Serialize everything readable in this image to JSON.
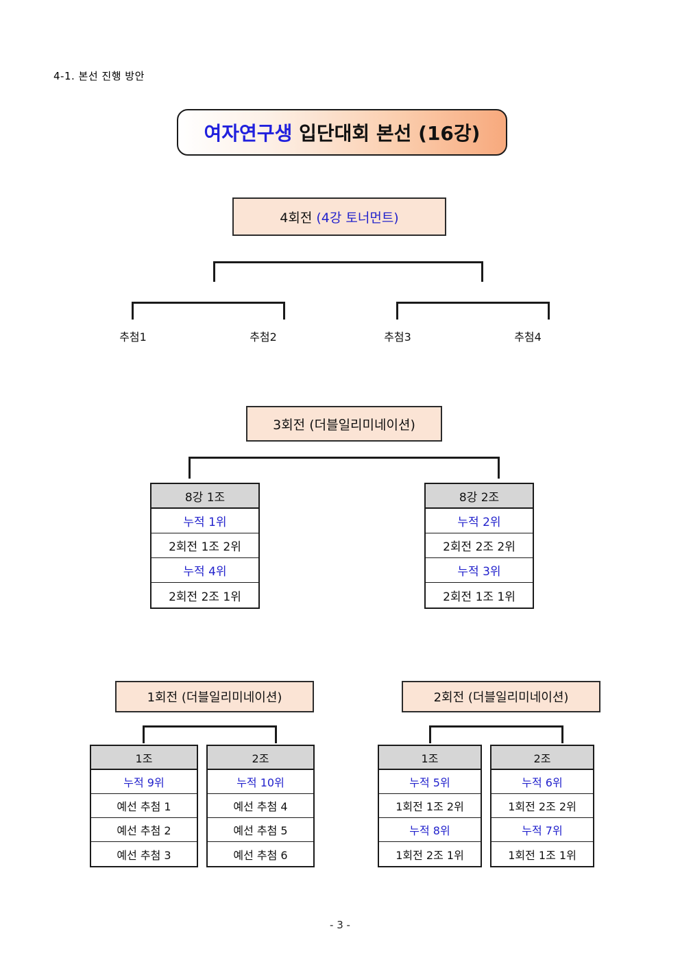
{
  "document": {
    "section_heading": "4-1. 본선 진행 방안",
    "page_footer": "- 3 -"
  },
  "title_banner": {
    "highlight_text": "여자연구생",
    "rest_text": " 입단대회 본선 (16강)",
    "highlight_color": "#2020dd",
    "rest_color": "#111111",
    "gradient_from": "#ffffff",
    "gradient_to": "#f7a97d"
  },
  "rounds": {
    "round4": {
      "label_main": "4회전 ",
      "label_accent": "(4강 토너먼트)",
      "accent_color": "#2222cc",
      "box_color": "#fbe4d5"
    },
    "round3": {
      "label_main": "3회전 (더블일리미네이션)",
      "box_color": "#fbe4d5"
    },
    "round1": {
      "label_main": "1회전 (더블일리미네이션)",
      "box_color": "#fbe4d5"
    },
    "round2": {
      "label_main": "2회전 (더블일리미네이션)",
      "box_color": "#fbe4d5"
    }
  },
  "seeds": [
    {
      "label": "추첨1"
    },
    {
      "label": "추첨2"
    },
    {
      "label": "추첨3"
    },
    {
      "label": "추첨4"
    }
  ],
  "tables": {
    "quarterfinal_group1": {
      "header": "8강 1조",
      "rows": [
        {
          "text": "누적 1위",
          "accent": true
        },
        {
          "text": "2회전 1조 2위",
          "accent": false
        },
        {
          "text": "누적 4위",
          "accent": true
        },
        {
          "text": "2회전 2조 1위",
          "accent": false
        }
      ]
    },
    "quarterfinal_group2": {
      "header": "8강 2조",
      "rows": [
        {
          "text": "누적 2위",
          "accent": true
        },
        {
          "text": "2회전 2조 2위",
          "accent": false
        },
        {
          "text": "누적 3위",
          "accent": true
        },
        {
          "text": "2회전 1조 1위",
          "accent": false
        }
      ]
    },
    "round1_group1": {
      "header": "1조",
      "rows": [
        {
          "text": "누적 9위",
          "accent": true
        },
        {
          "text": "예선 추첨 1",
          "accent": false
        },
        {
          "text": "예선 추첨 2",
          "accent": false
        },
        {
          "text": "예선 추첨 3",
          "accent": false
        }
      ]
    },
    "round1_group2": {
      "header": "2조",
      "rows": [
        {
          "text": "누적 10위",
          "accent": true
        },
        {
          "text": "예선 추첨 4",
          "accent": false
        },
        {
          "text": "예선 추첨 5",
          "accent": false
        },
        {
          "text": "예선 추첨 6",
          "accent": false
        }
      ]
    },
    "round2_group1": {
      "header": "1조",
      "rows": [
        {
          "text": "누적 5위",
          "accent": true
        },
        {
          "text": "1회전 1조 2위",
          "accent": false
        },
        {
          "text": "누적 8위",
          "accent": true
        },
        {
          "text": "1회전 2조 1위",
          "accent": false
        }
      ]
    },
    "round2_group2": {
      "header": "2조",
      "rows": [
        {
          "text": "누적 6위",
          "accent": true
        },
        {
          "text": "1회전 2조 2위",
          "accent": false
        },
        {
          "text": "누적 7위",
          "accent": true
        },
        {
          "text": "1회전 1조 1위",
          "accent": false
        }
      ]
    }
  },
  "colors": {
    "accent_blue": "#2222cc",
    "header_gray": "#d6d6d6",
    "box_peach": "#fbe4d5",
    "line_black": "#1a1a1a"
  }
}
